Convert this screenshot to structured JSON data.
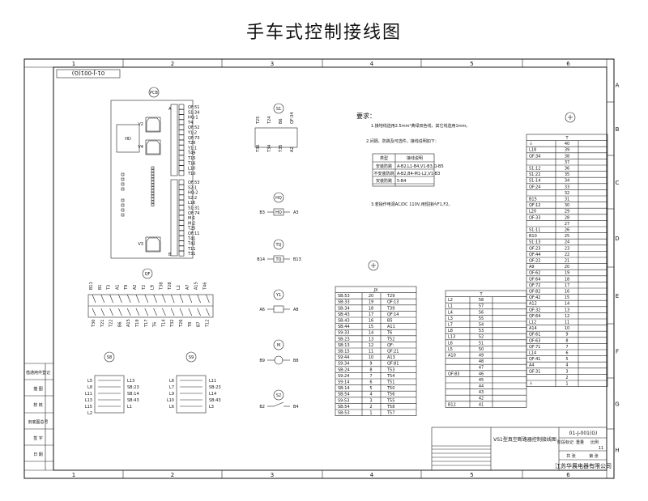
{
  "title": "手车式控制接线图",
  "drawing_no": "01-J-001(G)",
  "col_labels": [
    "1",
    "2",
    "3",
    "4",
    "5",
    "6"
  ],
  "row_labels": [
    "A",
    "B",
    "C",
    "D",
    "E",
    "F",
    "G",
    "H"
  ],
  "side_labels": [
    "借通用件登记",
    "描 图",
    "校 核",
    "旧底图总号",
    "签 字",
    "日 期"
  ],
  "component_labels": [
    "PCB",
    "QF",
    "S8",
    "S9",
    "S1",
    "HQ",
    "TQ",
    "Y1",
    "M",
    "S2",
    "JX",
    "T"
  ],
  "notes": {
    "heading": "要求：",
    "line1": "1.接地线选用2.5mm²黄绿双色线，其它线选用1mm。",
    "line2": "2.间隔、防跳及可选件，接线说明如下：",
    "table_header": [
      "类型",
      "接线说明"
    ],
    "table_rows": [
      [
        "安装防跳",
        "A-B2,L1-B4,V1-B3,Q-B5"
      ],
      [
        "不安装防跳",
        "A-B2,B4-M1-L2,V1-B3"
      ],
      [
        "安装防跳",
        "5-B4"
      ]
    ],
    "line3": "3.若操作电源AC/DC 110V,用短接片F1,F2。"
  },
  "hq": {
    "left": "B3",
    "mid": "HQ",
    "right": "A3"
  },
  "tq": {
    "left": "B14",
    "mid": "TQ",
    "right": "B13"
  },
  "y1": {
    "left": "A6",
    "right": "A8"
  },
  "m": {
    "left": "B9",
    "right": "B8"
  },
  "s2": {
    "left": "B2",
    "right": "B4"
  },
  "jx_title": "JX",
  "jx_rows": [
    [
      "SB:53",
      "20",
      "T29"
    ],
    [
      "SB:33",
      "19",
      "QF:13"
    ],
    [
      "SB:34",
      "18",
      "T39"
    ],
    [
      "SB:43",
      "17",
      "QF:14"
    ],
    [
      "SB:43",
      "16",
      "B5"
    ],
    [
      "SB:44",
      "15",
      "A11"
    ],
    [
      "S9:33",
      "14",
      "T6"
    ],
    [
      "SB:23",
      "13",
      "T52"
    ],
    [
      "SB:13",
      "12",
      "QF:"
    ],
    [
      "SB:15",
      "11",
      "QF:21"
    ],
    [
      "S9:44",
      "10",
      "A13"
    ],
    [
      "S9:34",
      "9",
      "QF:81"
    ],
    [
      "SB:24",
      "8",
      "T53"
    ],
    [
      "S9:24",
      "7",
      "T54"
    ],
    [
      "S9:14",
      "6",
      "T51"
    ],
    [
      "SB:14",
      "5",
      "T50"
    ],
    [
      "SB:54",
      "4",
      "T56"
    ],
    [
      "S9:53",
      "3",
      "T55"
    ],
    [
      "SB:54",
      "2",
      "T58"
    ],
    [
      "SB:53",
      "1",
      "T57"
    ]
  ],
  "t_left_title": "T",
  "t_left_rows": [
    [
      "L2",
      "58",
      ""
    ],
    [
      "L1",
      "57",
      ""
    ],
    [
      "L4",
      "56",
      ""
    ],
    [
      "L3",
      "55",
      ""
    ],
    [
      "L7",
      "54",
      ""
    ],
    [
      "L8",
      "53",
      ""
    ],
    [
      "L13",
      "52",
      ""
    ],
    [
      "L6",
      "51",
      ""
    ],
    [
      "L5",
      "50",
      ""
    ],
    [
      "A10",
      "49",
      ""
    ],
    [
      "",
      "48",
      ""
    ],
    [
      "",
      "47",
      ""
    ],
    [
      "QF:83",
      "46",
      ""
    ],
    [
      "",
      "45",
      ""
    ],
    [
      "",
      "44",
      ""
    ],
    [
      "",
      "43",
      ""
    ],
    [
      "",
      "42",
      ""
    ],
    [
      "B12",
      "41",
      ""
    ]
  ],
  "t_right_title": "T",
  "t_right_rows": [
    [
      "⏚",
      "40"
    ],
    [
      "L18",
      "39"
    ],
    [
      "QF:34",
      "38"
    ],
    [
      "",
      "37"
    ],
    [
      "S1:12",
      "36"
    ],
    [
      "S1:22",
      "35"
    ],
    [
      "S1:14",
      "34"
    ],
    [
      "QF:24",
      "33"
    ],
    [
      "",
      "32"
    ],
    [
      "B15",
      "31"
    ],
    [
      "QF:12",
      "30"
    ],
    [
      "L20",
      "29"
    ],
    [
      "QF:33",
      "28"
    ],
    [
      "",
      "27"
    ],
    [
      "S1:11",
      "26"
    ],
    [
      "B10",
      "25"
    ],
    [
      "S1:13",
      "24"
    ],
    [
      "QF:23",
      "23"
    ],
    [
      "QF:44",
      "22"
    ],
    [
      "QF:22",
      "21"
    ],
    [
      "A9",
      "20"
    ],
    [
      "QF:62",
      "19"
    ],
    [
      "QF:64",
      "18"
    ],
    [
      "QF:72",
      "17"
    ],
    [
      "QF:82",
      "16"
    ],
    [
      "QF:42",
      "15"
    ],
    [
      "A12",
      "14"
    ],
    [
      "QF:32",
      "13"
    ],
    [
      "QF:64",
      "12"
    ],
    [
      "L12",
      "11"
    ],
    [
      "A14",
      "10"
    ],
    [
      "QF:61",
      "9"
    ],
    [
      "QF:63",
      "8"
    ],
    [
      "QF:71",
      "7"
    ],
    [
      "L14",
      "6"
    ],
    [
      "QF:41",
      "5"
    ],
    [
      "A4",
      "4"
    ],
    [
      "QF:31",
      "3"
    ],
    [
      "",
      "2"
    ],
    [
      "⏚",
      "1"
    ]
  ],
  "title_block": {
    "name": "VS1型真空断路器控制接线图",
    "code": "01-J-001(G)",
    "company": "江苏华展电器有限公司",
    "sheet_count": "11",
    "small_labels": [
      "阶段标记",
      "重量",
      "比例",
      "共 张",
      "第 张"
    ]
  },
  "pcb_labels_right1": [
    "QF:51",
    "S1:34",
    "HQ:1",
    "T4",
    "QF:52",
    "Y1:2",
    "QF:73",
    "T20",
    "Y1:1",
    "T49",
    "T15",
    "T16",
    "L10",
    "T10"
  ],
  "pcb_labels_right2": [
    "QF:53",
    "S2:1",
    "HQ:2",
    "S2:2",
    "L16",
    "S1:31",
    "QF:74",
    "M:1",
    "M:2",
    "T25",
    "QF:11",
    "T41",
    "T42",
    "T11",
    "T31"
  ],
  "pcb_inner": {
    "a": "A",
    "b": "B",
    "v2": "V2",
    "v4": "V4",
    "v3": "V3",
    "hd": "HD"
  },
  "qf_top": [
    "B11",
    "B1",
    "T3",
    "A1",
    "T9",
    "A2",
    "T2",
    "L9",
    "T38",
    "T28",
    "L2",
    "A7",
    "A15",
    "T46"
  ],
  "qf_bottom": [
    "T30",
    "T21",
    "T22",
    "B6",
    "A15",
    "T19",
    "T17",
    "T6",
    "T14",
    "T32",
    "T26",
    "T8",
    "B7",
    "T12"
  ],
  "s8_left": [
    "L5",
    "L8",
    "L11",
    "L13",
    "L15",
    "L2"
  ],
  "s8_right": [
    "L13",
    "SB:23",
    "SB:14",
    "SB:43",
    "L1"
  ],
  "s9_left": [
    "L6",
    "L7",
    "L9",
    "L10",
    "L6"
  ],
  "s9_right": [
    "L11",
    "SB:23",
    "L14",
    "SB:43",
    "L3"
  ],
  "s1_top": [
    "T25",
    "T24",
    "B6",
    "QF:34"
  ],
  "s1_bottom": [
    "T36",
    "T34",
    "T35",
    "A2"
  ]
}
